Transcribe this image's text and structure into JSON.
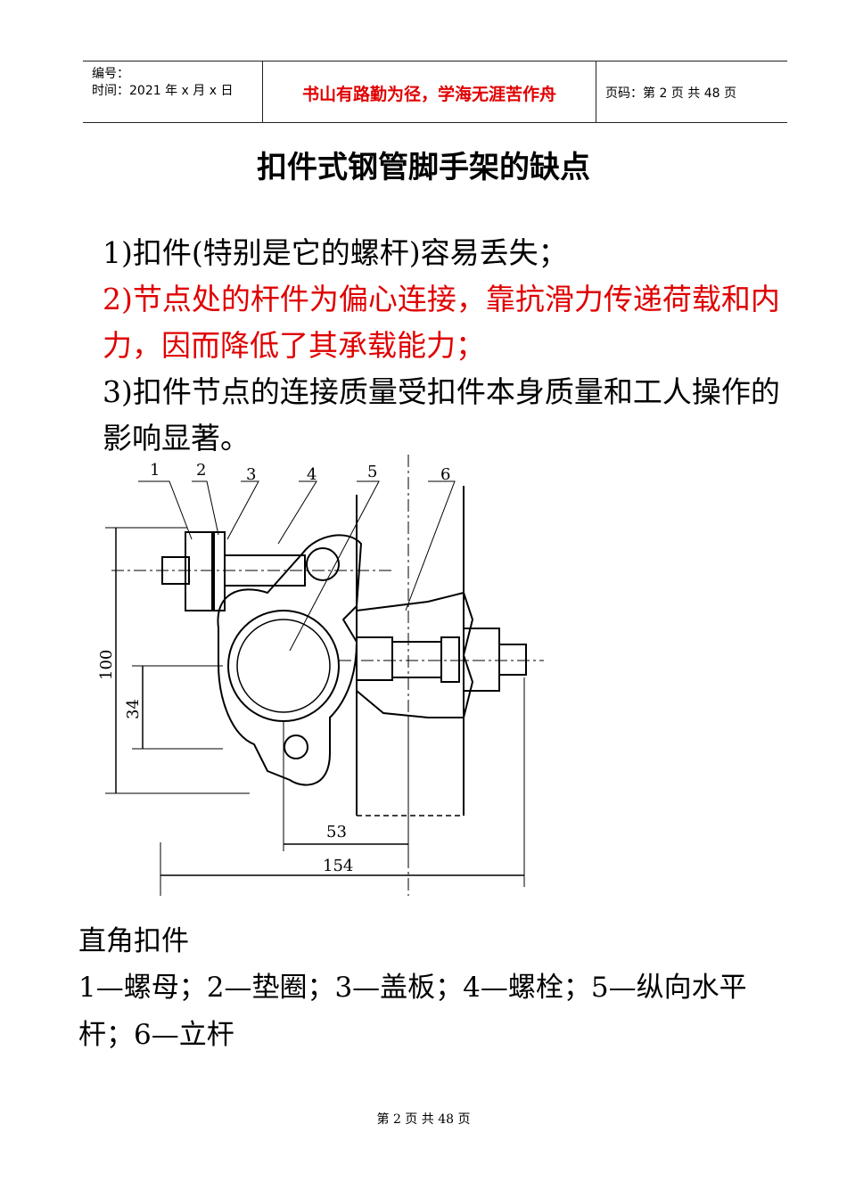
{
  "header": {
    "code_label": "编号：",
    "time_label": "时间：2021 年 x 月 x 日",
    "motto": "书山有路勤为径，学海无涯苦作舟",
    "page_label": "页码：第 2 页  共 48 页"
  },
  "title": "扣件式钢管脚手架的缺点",
  "points": [
    "1)扣件(特别是它的螺杆)容易丢失；",
    "2)节点处的杆件为偏心连接，靠抗滑力传递荷载和内力，因而降低了其承载能力；",
    "3)扣件节点的连接质量受扣件本身质量和工人操作的影响显著。"
  ],
  "figure": {
    "part_numbers": [
      "1",
      "2",
      "3",
      "4",
      "5",
      "6"
    ],
    "dimensions": [
      "100",
      "34",
      "53",
      "154"
    ]
  },
  "caption": {
    "name": "直角扣件",
    "legend": "1—螺母；2—垫圈；3—盖板；4—螺栓；5—纵向水平杆；6—立杆"
  },
  "footer": "第 2 页 共 48 页"
}
